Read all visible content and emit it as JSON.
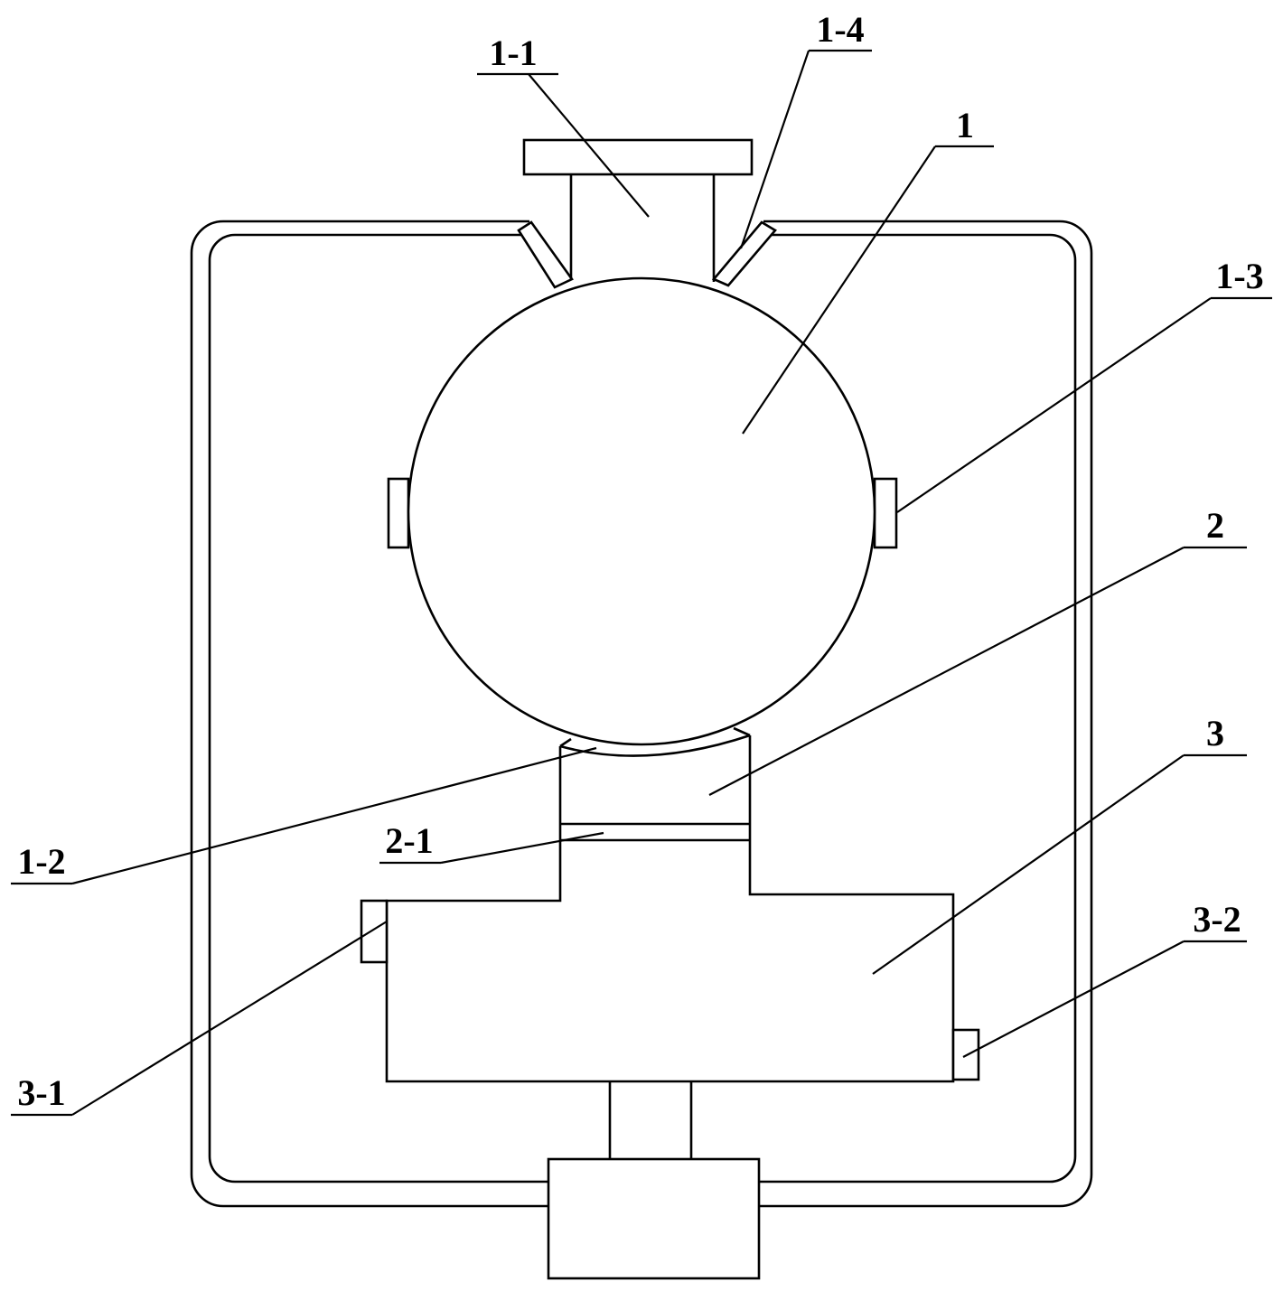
{
  "colors": {
    "line": "#000000",
    "background": "#ffffff"
  },
  "callouts": {
    "c1_1": "1-1",
    "c1_4": "1-4",
    "c1": "1",
    "c1_3": "1-3",
    "c2": "2",
    "c3": "3",
    "c3_2": "3-2",
    "c1_2": "1-2",
    "c2_1": "2-1",
    "c3_1": "3-1"
  }
}
